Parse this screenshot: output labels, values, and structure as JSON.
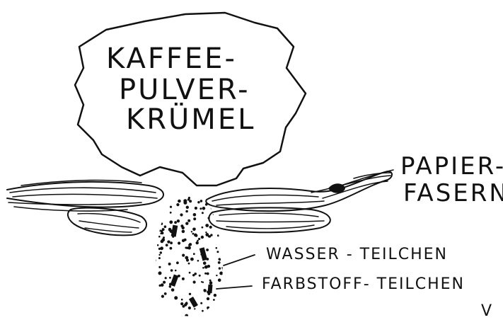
{
  "labels": {
    "crumb_line1": "KAFFEE-",
    "crumb_line2": "PULVER-",
    "crumb_line3": "KRÜMEL",
    "fibers_line1": "PAPIER-",
    "fibers_line2": "FASERN",
    "water": "WASSER - TEILCHEN",
    "dye": "FARBSTOFF- TEILCHEN",
    "signature": "V"
  },
  "colors": {
    "ink": "#111111",
    "paper": "#ffffff"
  }
}
